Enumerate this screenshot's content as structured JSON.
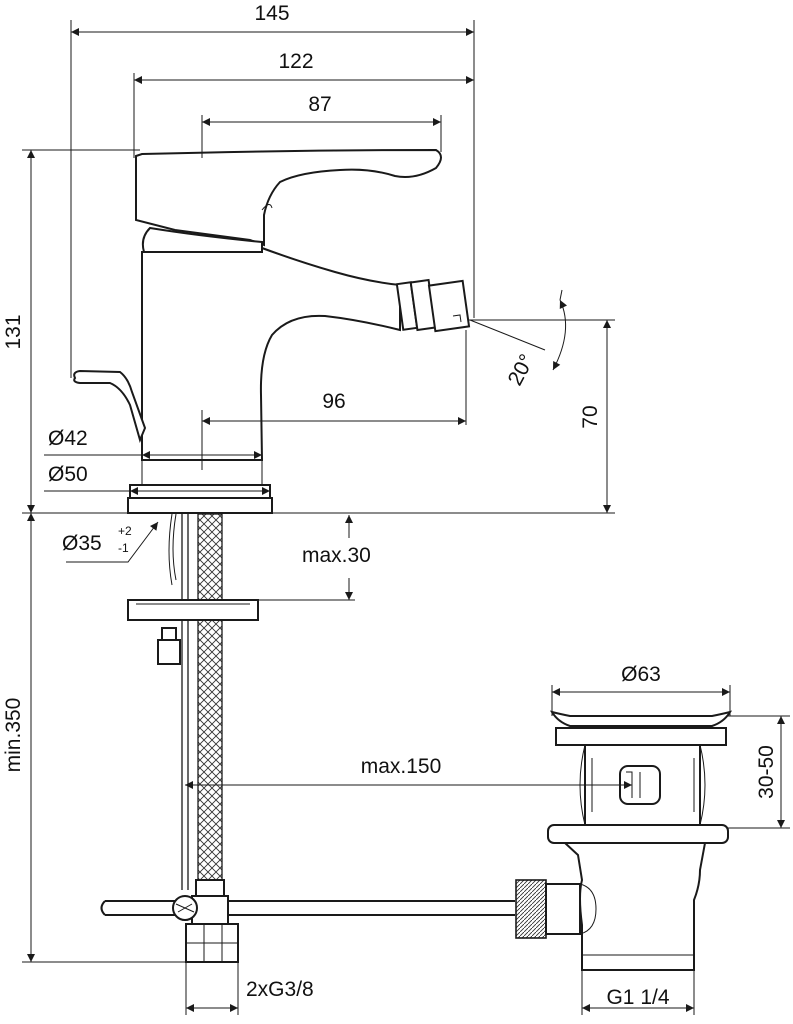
{
  "dimensions": {
    "overall_width": "145",
    "body_width": "122",
    "lever_width": "87",
    "height": "131",
    "spout_reach": "96",
    "spout_height": "70",
    "spout_angle": "20°",
    "base_diameter_42": "Ø42",
    "base_diameter_50": "Ø50",
    "hole_diameter": "Ø35",
    "hole_tol_plus": "+2",
    "hole_tol_minus": "-1",
    "max_deck": "max.30",
    "min_hoses": "min.350",
    "max_rod": "max.150",
    "waste_diameter": "Ø63",
    "waste_adjust": "30-50",
    "connections": "2xG3/8",
    "waste_thread": "G1 1/4"
  }
}
